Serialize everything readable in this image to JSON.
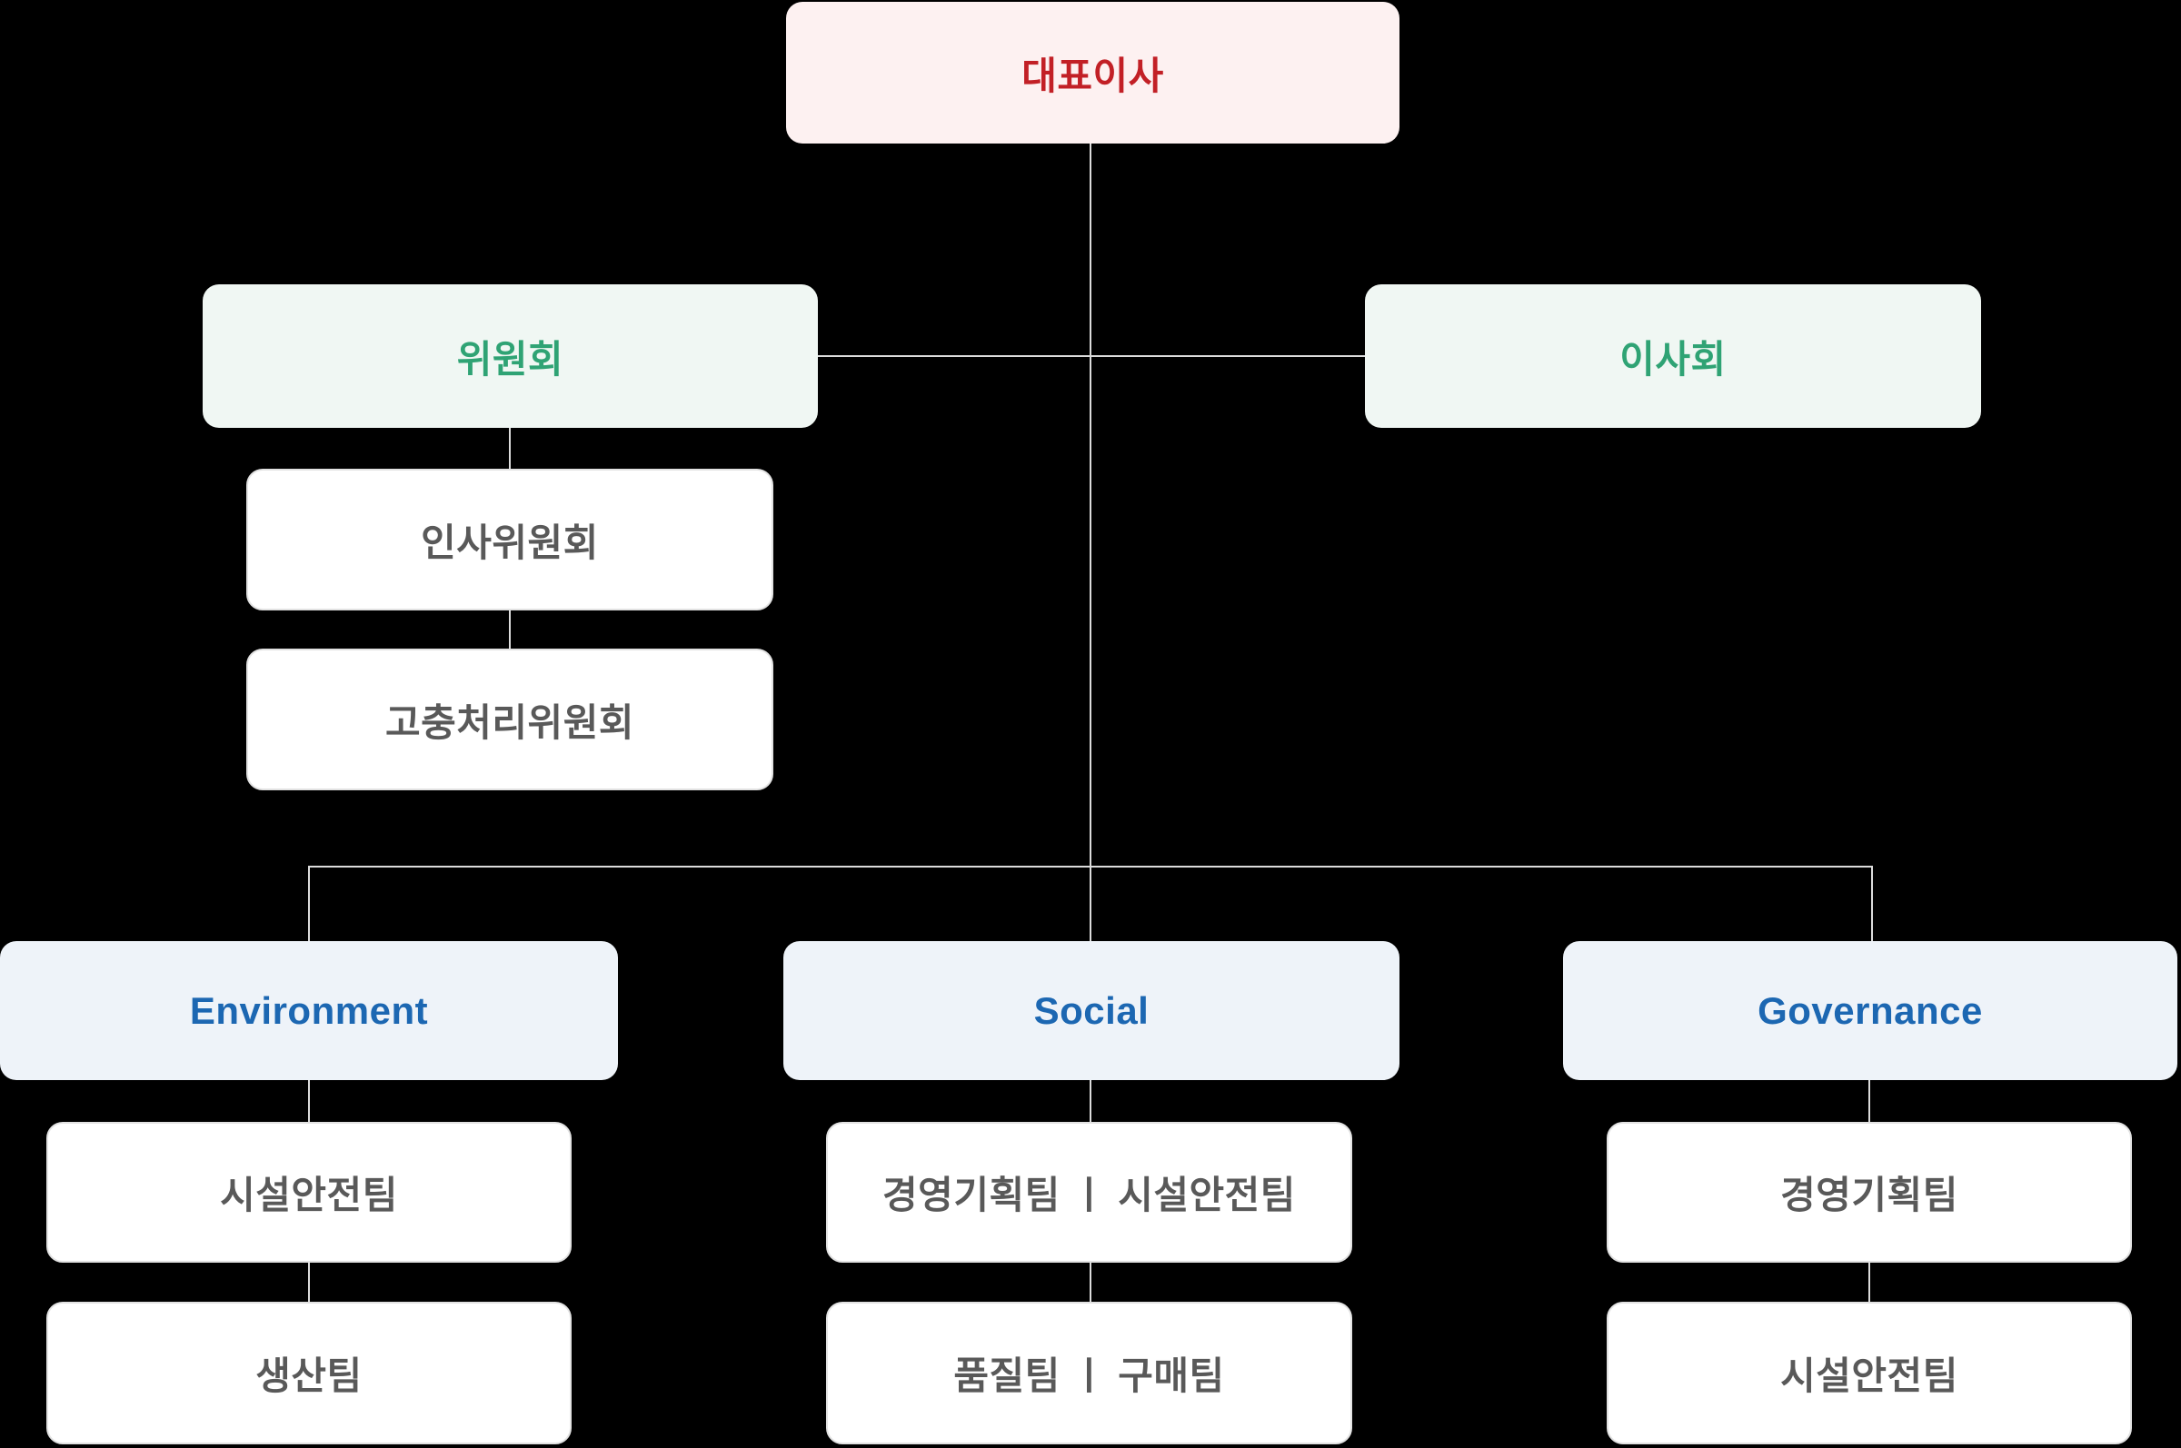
{
  "colors": {
    "canvas-bg": "#000000",
    "line-color": "#dcdcdc",
    "box-border": "#e2e2e2",
    "pink-bg": "#fdf1f1",
    "red-text": "#c22026",
    "mint-bg": "#f0f7f3",
    "green-text": "#2fa374",
    "blue-bg": "#eef3f9",
    "blue-text": "#1c67b2",
    "white-bg": "#ffffff",
    "gray-text": "#595959"
  },
  "org": {
    "ceo": {
      "label": "대표이사"
    },
    "committee": {
      "label": "위원회"
    },
    "board": {
      "label": "이사회"
    },
    "committee_children": [
      {
        "label": "인사위원회"
      },
      {
        "label": "고충처리위원회"
      }
    ],
    "esg_pillars": [
      {
        "label": "Environment",
        "teams": [
          "시설안전팀",
          "생산팀"
        ]
      },
      {
        "label": "Social",
        "teams": [
          "경영기획팀 ㅣ 시설안전팀",
          "품질팀 ㅣ 구매팀"
        ]
      },
      {
        "label": "Governance",
        "teams": [
          "경영기획팀",
          "시설안전팀"
        ]
      }
    ]
  }
}
